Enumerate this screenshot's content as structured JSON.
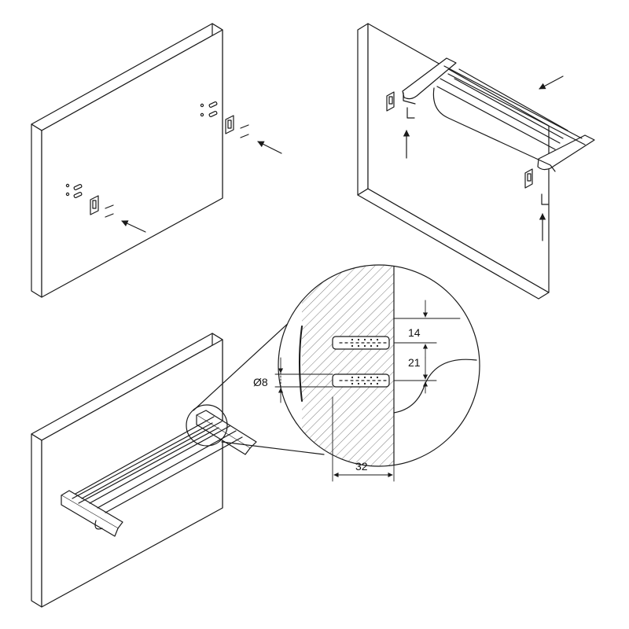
{
  "dimensions": {
    "spacing_top": "14",
    "spacing_between": "21",
    "hole_diameter": "Ø8",
    "hole_depth": "32"
  },
  "icons": {
    "arrow": "arrow-icon",
    "wall_anchor": "wall-plug-icon",
    "screw": "screw-icon",
    "bracket": "mounting-bracket-icon",
    "allen_key": "allen-key-icon"
  },
  "colors": {
    "line": "#1a1a1a",
    "paper": "#ffffff"
  }
}
